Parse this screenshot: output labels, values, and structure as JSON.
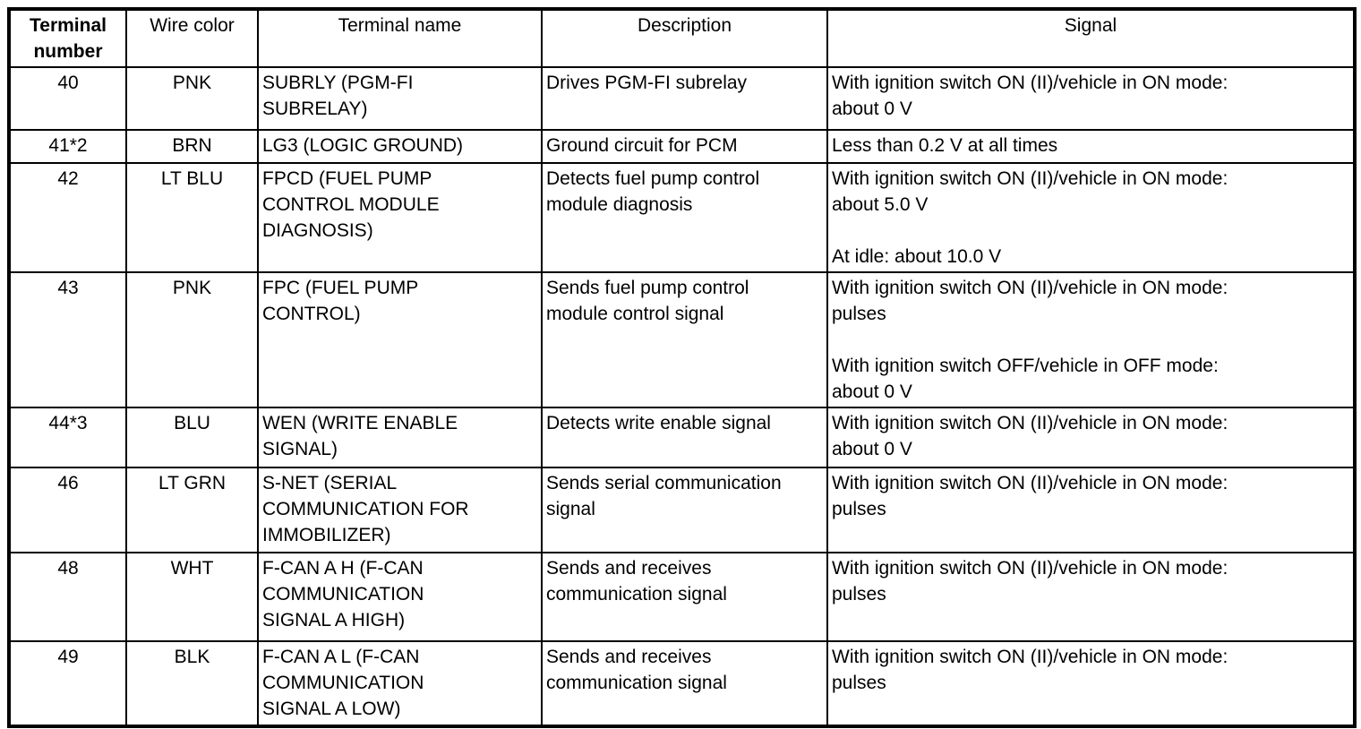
{
  "table": {
    "headers": {
      "terminal": "Terminal\nnumber",
      "wire": "Wire color",
      "name": "Terminal name",
      "description": "Description",
      "signal": "Signal"
    },
    "rows": [
      {
        "terminal": "40",
        "wire": "PNK",
        "name": "SUBRLY (PGM-FI\nSUBRELAY)",
        "description": "Drives PGM-FI subrelay",
        "signal": "With ignition switch ON (II)/vehicle in ON mode:\nabout 0 V"
      },
      {
        "terminal": "41*2",
        "wire": "BRN",
        "name": "LG3 (LOGIC GROUND)",
        "description": "Ground circuit for PCM",
        "signal": "Less than 0.2 V at all times"
      },
      {
        "terminal": "42",
        "wire": "LT BLU",
        "name": "FPCD (FUEL PUMP\nCONTROL MODULE\nDIAGNOSIS)",
        "description": "Detects fuel pump control\nmodule diagnosis",
        "signal": "With ignition switch ON (II)/vehicle in ON mode:\nabout 5.0 V\n\nAt idle: about 10.0 V"
      },
      {
        "terminal": "43",
        "wire": "PNK",
        "name": "FPC (FUEL PUMP\nCONTROL)",
        "description": "Sends fuel pump control\nmodule control signal",
        "signal": "With ignition switch ON (II)/vehicle in ON mode:\npulses\n\nWith ignition switch OFF/vehicle in OFF mode:\nabout 0 V"
      },
      {
        "terminal": "44*3",
        "wire": "BLU",
        "name": "WEN (WRITE ENABLE\nSIGNAL)",
        "description": "Detects write enable signal",
        "signal": "With ignition switch ON (II)/vehicle in ON mode:\nabout 0 V"
      },
      {
        "terminal": "46",
        "wire": "LT GRN",
        "name": "S-NET (SERIAL\nCOMMUNICATION FOR\nIMMOBILIZER)",
        "description": "Sends serial communication\nsignal",
        "signal": "With ignition switch ON (II)/vehicle in ON mode:\npulses"
      },
      {
        "terminal": "48",
        "wire": "WHT",
        "name": "F-CAN A H (F-CAN\nCOMMUNICATION\nSIGNAL A HIGH)",
        "description": "Sends and receives\ncommunication signal",
        "signal": "With ignition switch ON (II)/vehicle in ON mode:\npulses"
      },
      {
        "terminal": "49",
        "wire": "BLK",
        "name": "F-CAN A L (F-CAN\nCOMMUNICATION\nSIGNAL A LOW)",
        "description": "Sends and receives\ncommunication signal",
        "signal": "With ignition switch ON (II)/vehicle in ON mode:\npulses"
      }
    ]
  }
}
